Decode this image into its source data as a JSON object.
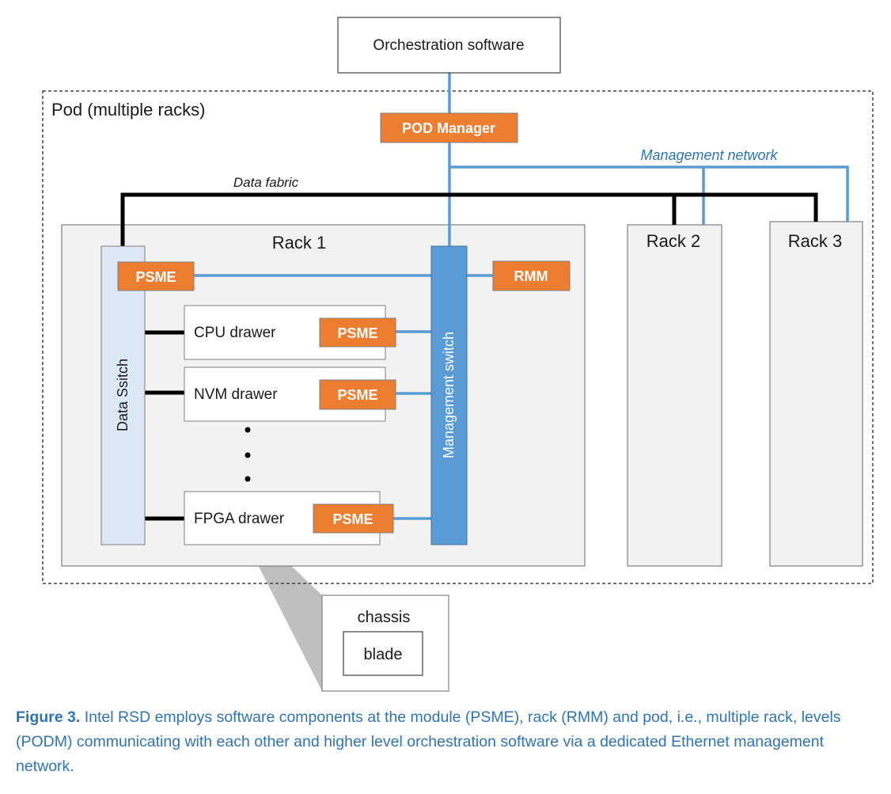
{
  "diagram": {
    "orchestration": "Orchestration software",
    "pod_label": "Pod (multiple racks)",
    "pod_manager": "POD Manager",
    "management_network": "Management network",
    "data_fabric": "Data fabric",
    "rack1": "Rack 1",
    "rack2": "Rack 2",
    "rack3": "Rack 3",
    "psme": "PSME",
    "rmm": "RMM",
    "data_switch": "Data Ssitch",
    "management_switch": "Management switch",
    "drawers": [
      "CPU drawer",
      "NVM drawer",
      "FPGA drawer"
    ],
    "chassis": "chassis",
    "blade": "blade"
  },
  "caption": {
    "label": "Figure 3.",
    "text": " Intel RSD employs software components at the module (PSME), rack (RMM) and pod, i.e., multiple rack, levels (PODM) communicating with each other and higher level orchestration software via a dedicated Ethernet management network."
  },
  "colors": {
    "management_line": "#5b9bd5",
    "data_line": "#000000",
    "psme_fill": "#ed7d31",
    "switch_fill": "#5b9bd5",
    "data_switch_fill": "#dce9f5",
    "caption": "#2e74b5"
  }
}
